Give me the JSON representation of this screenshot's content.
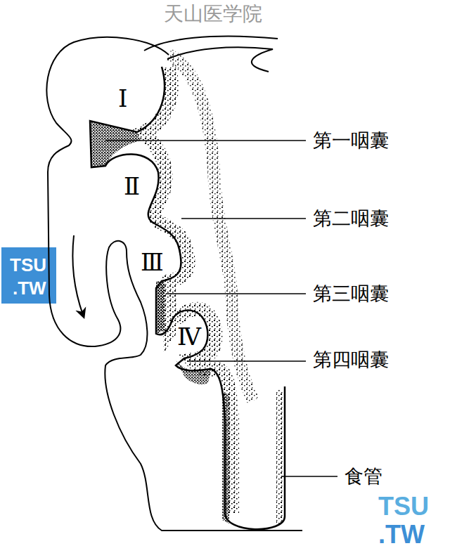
{
  "diagram": {
    "labels": [
      "天山医学院",
      "Ⅰ",
      "第一咽囊",
      "Ⅱ",
      "第二咽囊",
      "Ⅲ",
      "TSU",
      ".TW",
      "第三咽囊",
      "Ⅳ",
      "第四咽囊",
      "食管",
      "TSU",
      ".TW"
    ]
  }
}
